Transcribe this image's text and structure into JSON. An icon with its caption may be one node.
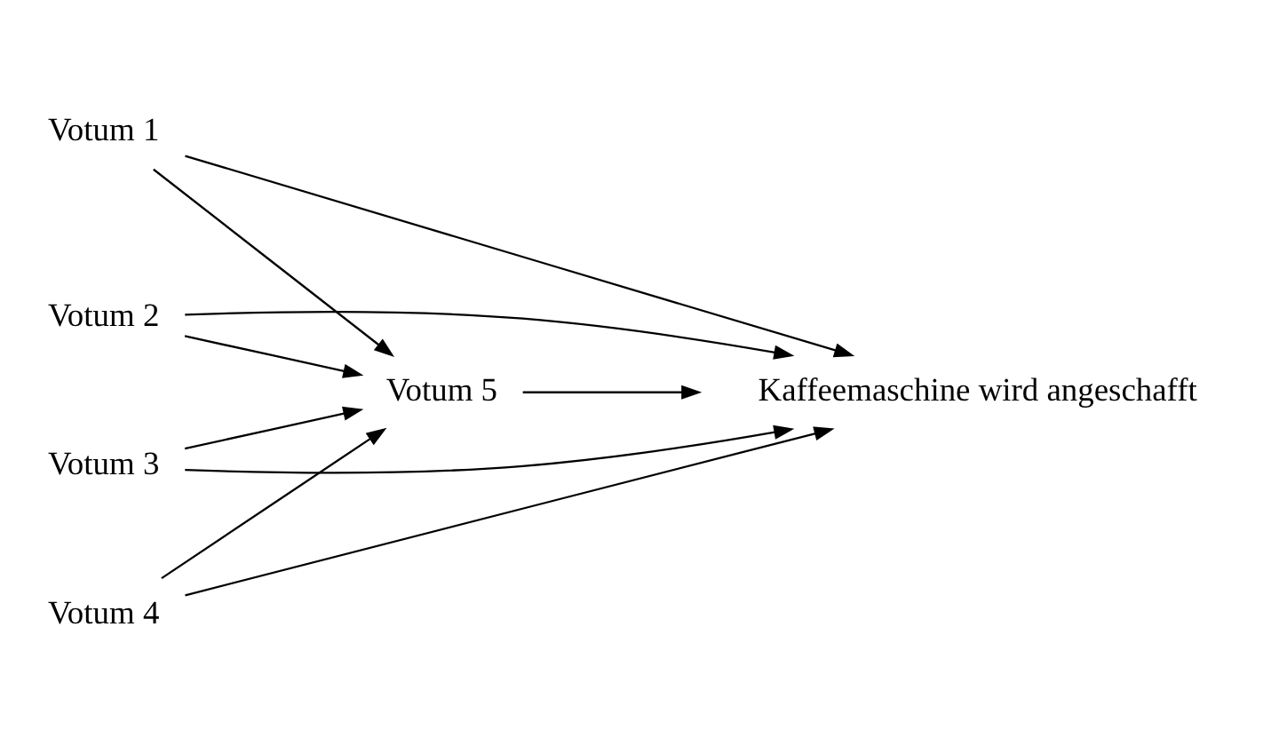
{
  "diagram": {
    "nodes": [
      {
        "text": [
          "Votum 5"
        ]
      },
      {
        "text": [
          "Votum 1"
        ]
      },
      {
        "text": [
          "Votum 2"
        ]
      },
      {
        "text": [
          "Votum 3"
        ]
      },
      {
        "text": [
          "Votum 4"
        ]
      },
      {
        "text": [
          "Kaffeemaschine wird angeschafft"
        ]
      }
    ],
    "edges": [
      {
        "from": 1,
        "to": 0,
        "arrow": "to"
      },
      {
        "from": 1,
        "to": 5,
        "arrow": "to"
      },
      {
        "from": 2,
        "to": 0,
        "arrow": "to"
      },
      {
        "from": 2,
        "to": 5,
        "arrow": "to"
      },
      {
        "from": 3,
        "to": 0,
        "arrow": "to"
      },
      {
        "from": 3,
        "to": 5,
        "arrow": "to"
      },
      {
        "from": 4,
        "to": 0,
        "arrow": "to"
      },
      {
        "from": 4,
        "to": 5,
        "arrow": "to"
      },
      {
        "from": 0,
        "to": 5,
        "arrow": "to"
      }
    ]
  }
}
